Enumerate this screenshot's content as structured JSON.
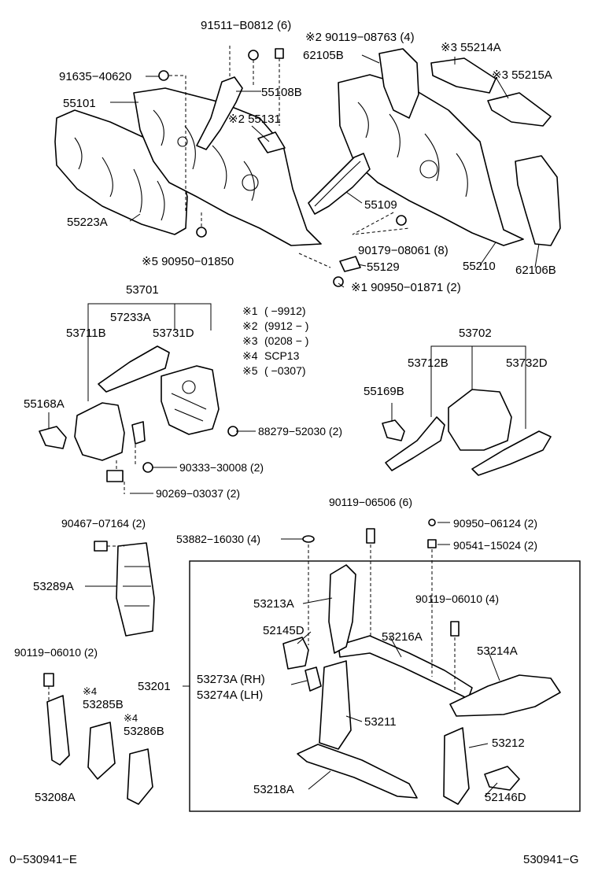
{
  "labels": {
    "p91511": "91511−B0812 (6)",
    "p90119_08763": "※2 90119−08763 (4)",
    "p55214A": "※3 55214A",
    "p62105B": "62105B",
    "p55215A": "※3 55215A",
    "p91635": "91635−40620",
    "p55101": "55101",
    "p55108B": "55108B",
    "p55131": "※2 55131",
    "p55109": "55109",
    "p55223A": "55223A",
    "p90179": "90179−08061 (8)",
    "p55210": "55210",
    "p62106B": "62106B",
    "p90950_01850": "※5 90950−01850",
    "p55129": "55129",
    "p90950_01871": "※1 90950−01871 (2)",
    "p53701": "53701",
    "p57233A": "57233A",
    "p53711B": "53711B",
    "p53731D": "53731D",
    "p55168A": "55168A",
    "p88279": "88279−52030 (2)",
    "p90333": "90333−30008 (2)",
    "p90269": "90269−03037 (2)",
    "p53702": "53702",
    "p53712B": "53712B",
    "p53732D": "53732D",
    "p55169B": "55169B",
    "p90467": "90467−07164 (2)",
    "p53289A": "53289A",
    "p53882": "53882−16030 (4)",
    "p90119_06506": "90119−06506 (6)",
    "p90950_06124": "90950−06124 (2)",
    "p90541": "90541−15024 (2)",
    "p53213A": "53213A",
    "p90119_06010r": "90119−06010 (4)",
    "p52145D": "52145D",
    "p53216A": "53216A",
    "p53214A": "53214A",
    "p90119_06010l": "90119−06010 (2)",
    "p53201": "53201",
    "p53273A": "53273A (RH)",
    "p53274A": "53274A (LH)",
    "p53285B": "53285B",
    "p53286B": "53286B",
    "p53211": "53211",
    "p53212": "53212",
    "p53218A": "53218A",
    "p53208A": "53208A",
    "p52146D": "52146D",
    "mark4a": "※4",
    "mark4b": "※4"
  },
  "legend": [
    {
      "mark": "※1",
      "range": "(        −9912)"
    },
    {
      "mark": "※2",
      "range": "(9912 −        )"
    },
    {
      "mark": "※3",
      "range": "(0208 −        )"
    },
    {
      "mark": "※4",
      "range": "SCP13"
    },
    {
      "mark": "※5",
      "range": "(        −0307)"
    }
  ],
  "footer": {
    "left_code": "0−530941−E",
    "right_code": "530941−G"
  }
}
